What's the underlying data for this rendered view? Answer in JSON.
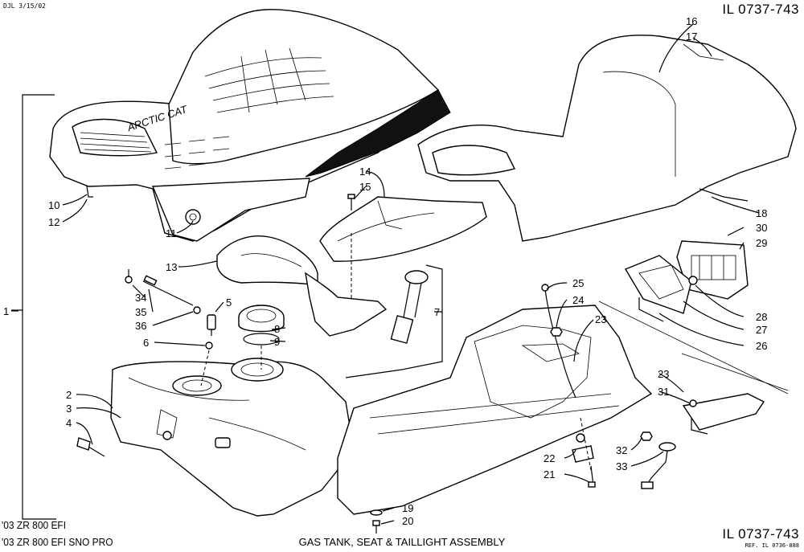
{
  "header": {
    "draft_code": "DJL 3/15/02",
    "illustration_id": "IL 0737-743"
  },
  "footer": {
    "models": [
      "'03 ZR 800 EFI",
      "'03 ZR 800 EFI SNO PRO"
    ],
    "title": "GAS TANK, SEAT & TAILLIGHT ASSEMBLY",
    "illustration_id": "IL 0737-743",
    "reference": "REF. IL 0736-888"
  },
  "brand_decal": "ARCTIC CAT",
  "callouts": [
    "1",
    "2",
    "3",
    "4",
    "5",
    "6",
    "7",
    "8",
    "9",
    "10",
    "11",
    "12",
    "13",
    "14",
    "15",
    "16",
    "17",
    "18",
    "19",
    "20",
    "21",
    "22",
    "23",
    "23",
    "24",
    "25",
    "26",
    "27",
    "28",
    "29",
    "30",
    "31",
    "32",
    "33",
    "34",
    "35",
    "36"
  ]
}
